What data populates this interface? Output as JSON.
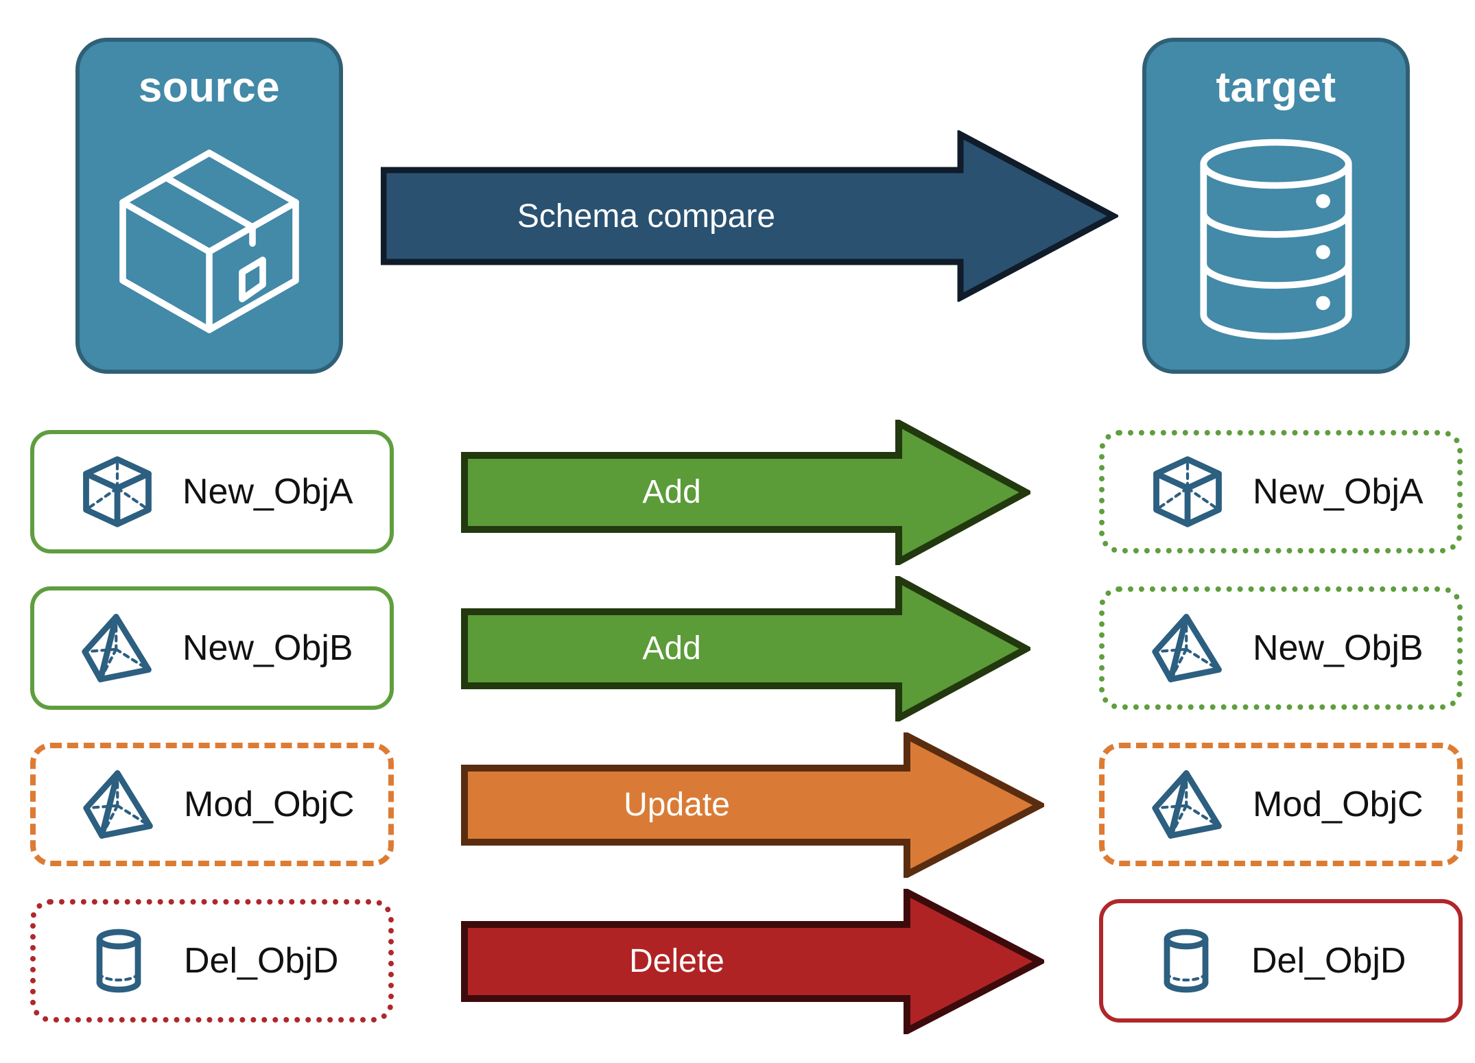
{
  "diagram": {
    "title": "Schema compare between source and target",
    "background": "#ffffff"
  },
  "colors": {
    "endpoint_fill": "#4389a8",
    "endpoint_stroke": "#2f6076",
    "icon_white": "#ffffff",
    "object_icon": "#2c5f80",
    "add_fill": "#5b9b38",
    "add_stroke": "#22380f",
    "update_fill": "#d97b36",
    "update_stroke": "#5a2d10",
    "delete_fill": "#b02324",
    "delete_stroke": "#3e0b0c",
    "compare_fill": "#2a5170",
    "compare_stroke": "#101c2a",
    "green_border": "#5f9e3e",
    "orange_border": "#de7b33",
    "red_border": "#b0272a",
    "label_text": "#111111",
    "arrow_text": "#ffffff"
  },
  "endpoints": {
    "source": {
      "label": "source",
      "icon": "package-box-icon"
    },
    "target": {
      "label": "target",
      "icon": "database-cylinder-icon"
    }
  },
  "compare_arrow": {
    "label": "Schema compare",
    "icon": "right-arrow-icon"
  },
  "rows": [
    {
      "action": "Add",
      "action_icon": "right-arrow-icon",
      "arrow_fill_key": "add_fill",
      "arrow_stroke_key": "add_stroke",
      "source": {
        "label": "New_ObjA",
        "icon": "wireframe-cube-icon",
        "border_style": "solid",
        "border_color_key": "green_border"
      },
      "target": {
        "label": "New_ObjA",
        "icon": "wireframe-cube-icon",
        "border_style": "dotted",
        "border_color_key": "green_border"
      }
    },
    {
      "action": "Add",
      "action_icon": "right-arrow-icon",
      "arrow_fill_key": "add_fill",
      "arrow_stroke_key": "add_stroke",
      "source": {
        "label": "New_ObjB",
        "icon": "wireframe-pyramid-icon",
        "border_style": "solid",
        "border_color_key": "green_border"
      },
      "target": {
        "label": "New_ObjB",
        "icon": "wireframe-pyramid-icon",
        "border_style": "dotted",
        "border_color_key": "green_border"
      }
    },
    {
      "action": "Update",
      "action_icon": "right-arrow-icon",
      "arrow_fill_key": "update_fill",
      "arrow_stroke_key": "update_stroke",
      "source": {
        "label": "Mod_ObjC",
        "icon": "wireframe-pyramid-icon",
        "border_style": "dashed",
        "border_color_key": "orange_border"
      },
      "target": {
        "label": "Mod_ObjC",
        "icon": "wireframe-pyramid-icon",
        "border_style": "dashed",
        "border_color_key": "orange_border"
      }
    },
    {
      "action": "Delete",
      "action_icon": "right-arrow-icon",
      "arrow_fill_key": "delete_fill",
      "arrow_stroke_key": "delete_stroke",
      "source": {
        "label": "Del_ObjD",
        "icon": "wireframe-cylinder-icon",
        "border_style": "dotted",
        "border_color_key": "red_border"
      },
      "target": {
        "label": "Del_ObjD",
        "icon": "wireframe-cylinder-icon",
        "border_style": "solid",
        "border_color_key": "red_border"
      }
    }
  ]
}
